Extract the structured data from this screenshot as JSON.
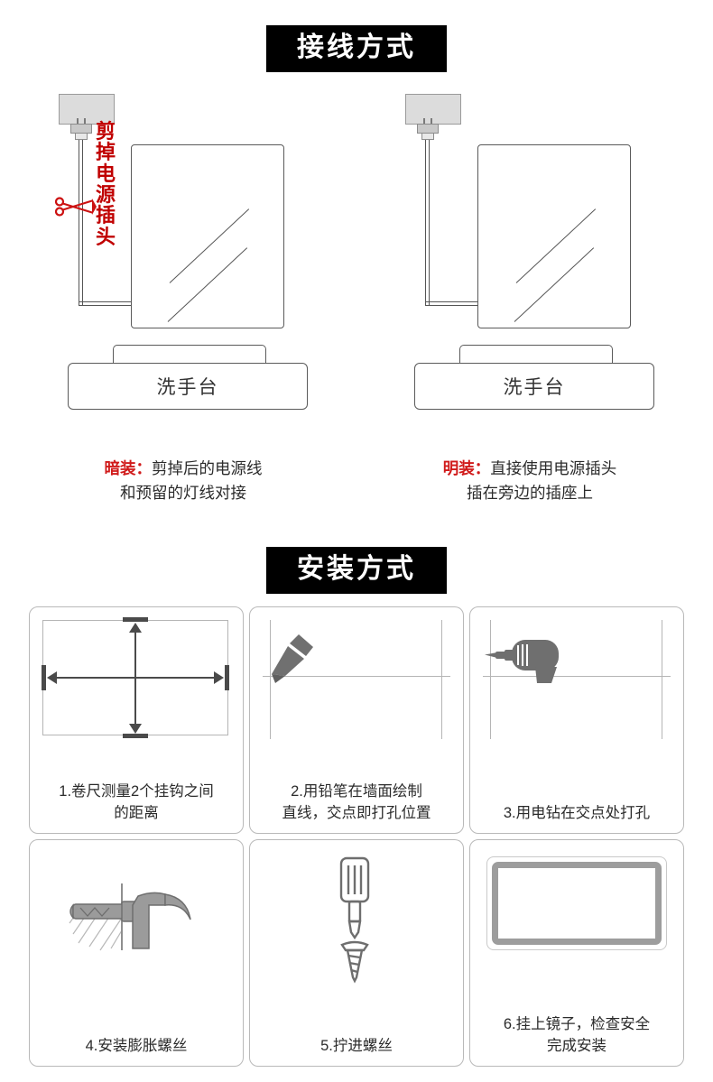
{
  "page": {
    "background": "#ffffff",
    "accent_red": "#c00000",
    "banner_bg": "#000000",
    "banner_fg": "#ffffff"
  },
  "sections": {
    "wiring": {
      "banner": "接线方式",
      "diagrams": [
        {
          "id": "concealed",
          "counter_label": "洗手台",
          "cut_label_chars": [
            "剪",
            "掉",
            "电",
            "源",
            "插",
            "头"
          ],
          "cut_label_text": "剪掉电源插头",
          "has_scissors": true,
          "caption_keyword": "暗装：",
          "caption_line1": "剪掉后的电源线",
          "caption_line2": "和预留的灯线对接"
        },
        {
          "id": "surface",
          "counter_label": "洗手台",
          "cut_label_chars": [],
          "cut_label_text": "",
          "has_scissors": false,
          "caption_keyword": "明装：",
          "caption_line1": "直接使用电源插头",
          "caption_line2": "插在旁边的插座上"
        }
      ]
    },
    "install": {
      "banner": "安装方式",
      "steps": [
        {
          "icon": "measure-tape-icon",
          "line1": "1.卷尺测量2个挂钩之间",
          "line2": "的距离"
        },
        {
          "icon": "pencil-icon",
          "line1": "2.用铅笔在墙面绘制",
          "line2": "直线，交点即打孔位置"
        },
        {
          "icon": "drill-icon",
          "line1": "3.用电钻在交点处打孔",
          "line2": ""
        },
        {
          "icon": "hammer-anchor-icon",
          "line1": "4.安装膨胀螺丝",
          "line2": ""
        },
        {
          "icon": "screwdriver-screw-icon",
          "line1": "5.拧进螺丝",
          "line2": ""
        },
        {
          "icon": "mounted-mirror-icon",
          "line1": "6.挂上镜子，检查安全",
          "line2": "完成安装"
        }
      ]
    }
  }
}
